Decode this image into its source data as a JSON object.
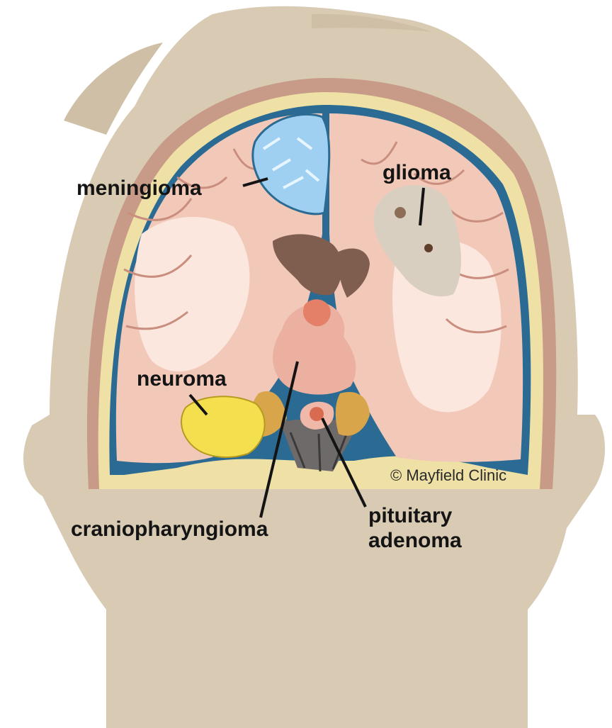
{
  "diagram": {
    "labels": {
      "meningioma": "meningioma",
      "glioma": "glioma",
      "neuroma": "neuroma",
      "craniopharyngioma": "craniopharyngioma",
      "pituitary_line1": "pituitary",
      "pituitary_line2": "adenoma"
    },
    "credit": "© Mayfield Clinic",
    "colors": {
      "head": "#d8cab3",
      "skull": "#efe1a6",
      "brain": "#f2c8b9",
      "white_matter": "#fbe7de",
      "meninges": "#2b6b93",
      "meningioma": "#9fd0f2",
      "neuroma": "#f4e04f",
      "glioma": "#d9cfc1",
      "ventricle": "#7f5e50",
      "craniopharyngioma": "#ecb0a0",
      "pituitary": "#d96c50"
    }
  }
}
